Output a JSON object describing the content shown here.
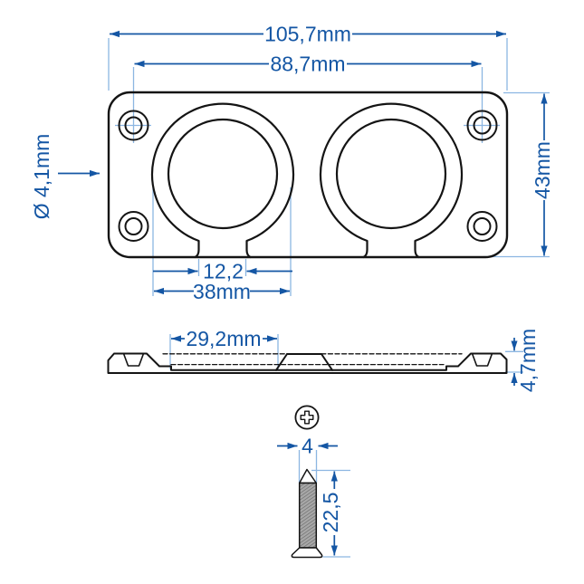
{
  "drawing": {
    "type": "technical-dimension-drawing",
    "views": [
      "top-view-plate",
      "side-profile",
      "screw-top",
      "screw-side"
    ]
  },
  "colors": {
    "dim_blue": "#1456a4",
    "ext_blue": "#8cb6e2",
    "line_black": "#141414",
    "screw_gray": "#a8a8a8",
    "screw_gray_dark": "#666666"
  },
  "dimensions": {
    "total_width": "105,7mm",
    "screw_hole_spacing": "88,7mm",
    "screw_hole_diameter": "Ø 4,1mm",
    "plate_height": "43mm",
    "slot_width": "12,2",
    "hole_diameter": "38mm",
    "recess_width": "29,2mm",
    "plate_thickness": "4,7mm",
    "screw_shaft_diameter": "4",
    "screw_length": "22,5"
  }
}
